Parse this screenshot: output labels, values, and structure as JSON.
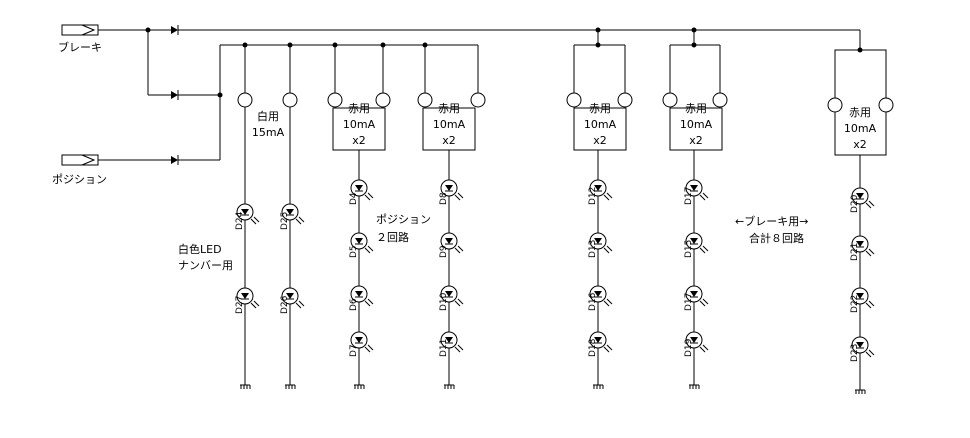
{
  "inputs": {
    "brake": "ブレーキ",
    "position": "ポジション"
  },
  "groups": [
    {
      "id": "white",
      "l1": "白用",
      "l2": "15mA",
      "l3": ""
    },
    {
      "id": "red-pos-a",
      "l1": "赤用",
      "l2": "10mA",
      "l3": "x2"
    },
    {
      "id": "red-pos-b",
      "l1": "赤用",
      "l2": "10mA",
      "l3": "x2"
    },
    {
      "id": "red-brk-a",
      "l1": "赤用",
      "l2": "10mA",
      "l3": "x2"
    },
    {
      "id": "red-brk-b",
      "l1": "赤用",
      "l2": "10mA",
      "l3": "x2"
    },
    {
      "id": "red-brk-c",
      "l1": "赤用",
      "l2": "10mA",
      "l3": "x2"
    }
  ],
  "notes": {
    "white_line1": "白色LED",
    "white_line2": "ナンバー用",
    "position_line1": "ポジション",
    "position_line2": "２回路",
    "brake_line1": "←ブレーキ用→",
    "brake_line2": "合計８回路"
  },
  "leds": [
    [
      "D24",
      "D27"
    ],
    [
      "D25",
      "D26"
    ],
    [
      "D4",
      "D5",
      "D6",
      "D7"
    ],
    [
      "D8",
      "D9",
      "D10",
      "D11"
    ],
    [
      "D12",
      "D13",
      "D16",
      "D18"
    ],
    [
      "D17",
      "D15",
      "D17",
      "D19"
    ],
    [
      "D20",
      "D21",
      "D22",
      "D23"
    ]
  ]
}
